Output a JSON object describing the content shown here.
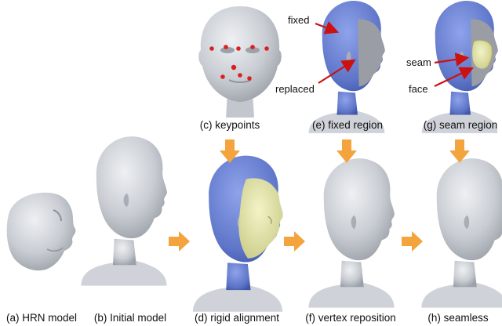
{
  "captions": {
    "a": "(a) HRN model",
    "b": "(b) Initial model",
    "c": "(c) keypoints",
    "d": "(d) rigid alignment",
    "e": "(e) fixed region",
    "f": "(f) vertex reposition",
    "g": "(g) seam region",
    "h": "(h) seamless"
  },
  "annotations": {
    "fixed": "fixed",
    "replaced": "replaced",
    "seam": "seam",
    "face": "face"
  },
  "colors": {
    "mesh_gray": "#c8ccd2",
    "fixed_blue": "#6f86d6",
    "replaced_gray": "#9a9da3",
    "face_yellow": "#e3e4a6",
    "arrow_orange": "#f4a43c",
    "keypoint_red": "#d92020",
    "pointer_red": "#cc1111"
  }
}
